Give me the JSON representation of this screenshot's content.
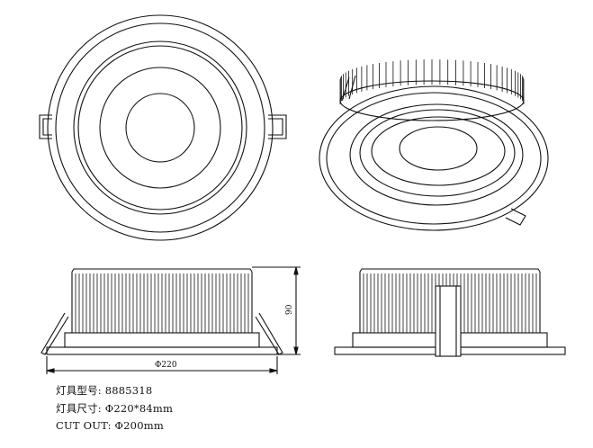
{
  "dimensions": {
    "diameter_label": "Φ220",
    "height_label": "90"
  },
  "specs": [
    {
      "label": "灯具型号:",
      "value": "8885318"
    },
    {
      "label": "灯具尺寸:",
      "value": "Φ220*84mm"
    },
    {
      "label": "CUT OUT:",
      "value": "Φ200mm"
    }
  ]
}
